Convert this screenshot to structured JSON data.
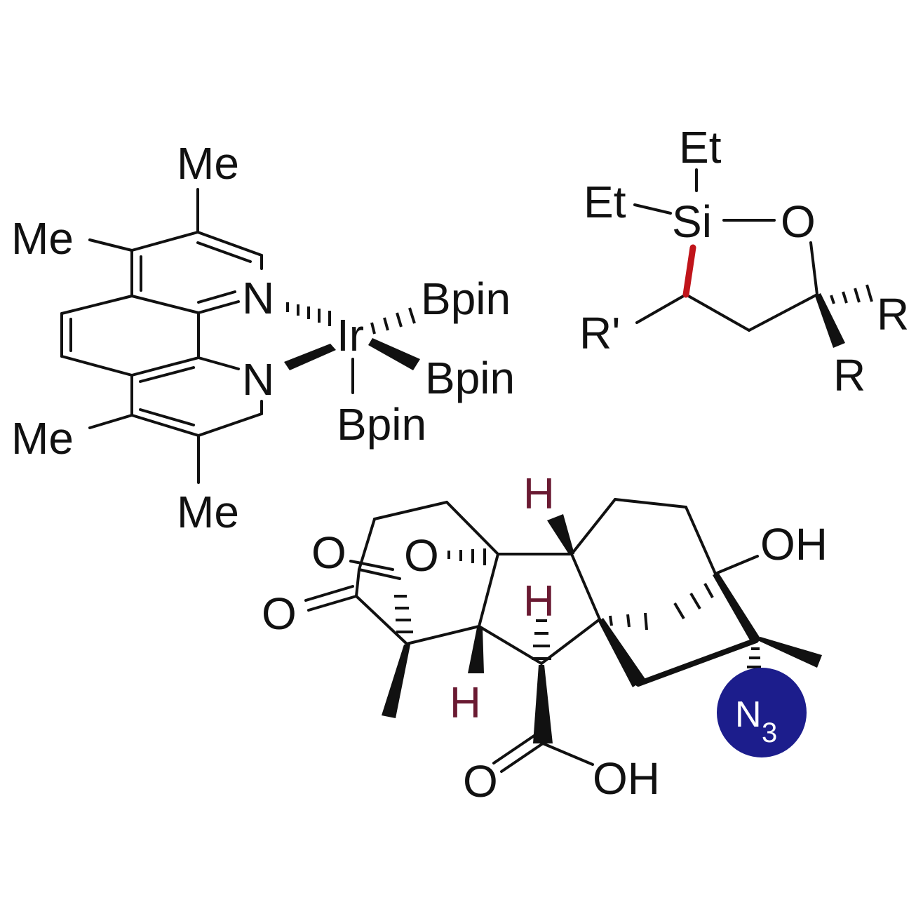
{
  "colors": {
    "ink": "#111111",
    "highlight_bond": "#c0141a",
    "stereo_h": "#6a1a32",
    "azide_badge": "#1c1d8c",
    "azide_text": "#ffffff"
  },
  "iridium_complex": {
    "metal": "Ir",
    "nitrogens": [
      "N",
      "N"
    ],
    "methyls": [
      "Me",
      "Me",
      "Me",
      "Me"
    ],
    "boryls": [
      "Bpin",
      "Bpin",
      "Bpin"
    ]
  },
  "silacycle": {
    "silicon": "Si",
    "oxygen": "O",
    "ethyls": [
      "Et",
      "Et"
    ],
    "substituents": [
      "R'",
      "R",
      "R"
    ]
  },
  "gibberellin": {
    "hydrogens": [
      "H",
      "H",
      "H"
    ],
    "carbonyl_oxygens": [
      "O",
      "O",
      "O"
    ],
    "ring_oxygen": "O",
    "hydroxyls": [
      "OH",
      "OH"
    ],
    "azide": {
      "main": "N",
      "subscript": "3"
    }
  }
}
